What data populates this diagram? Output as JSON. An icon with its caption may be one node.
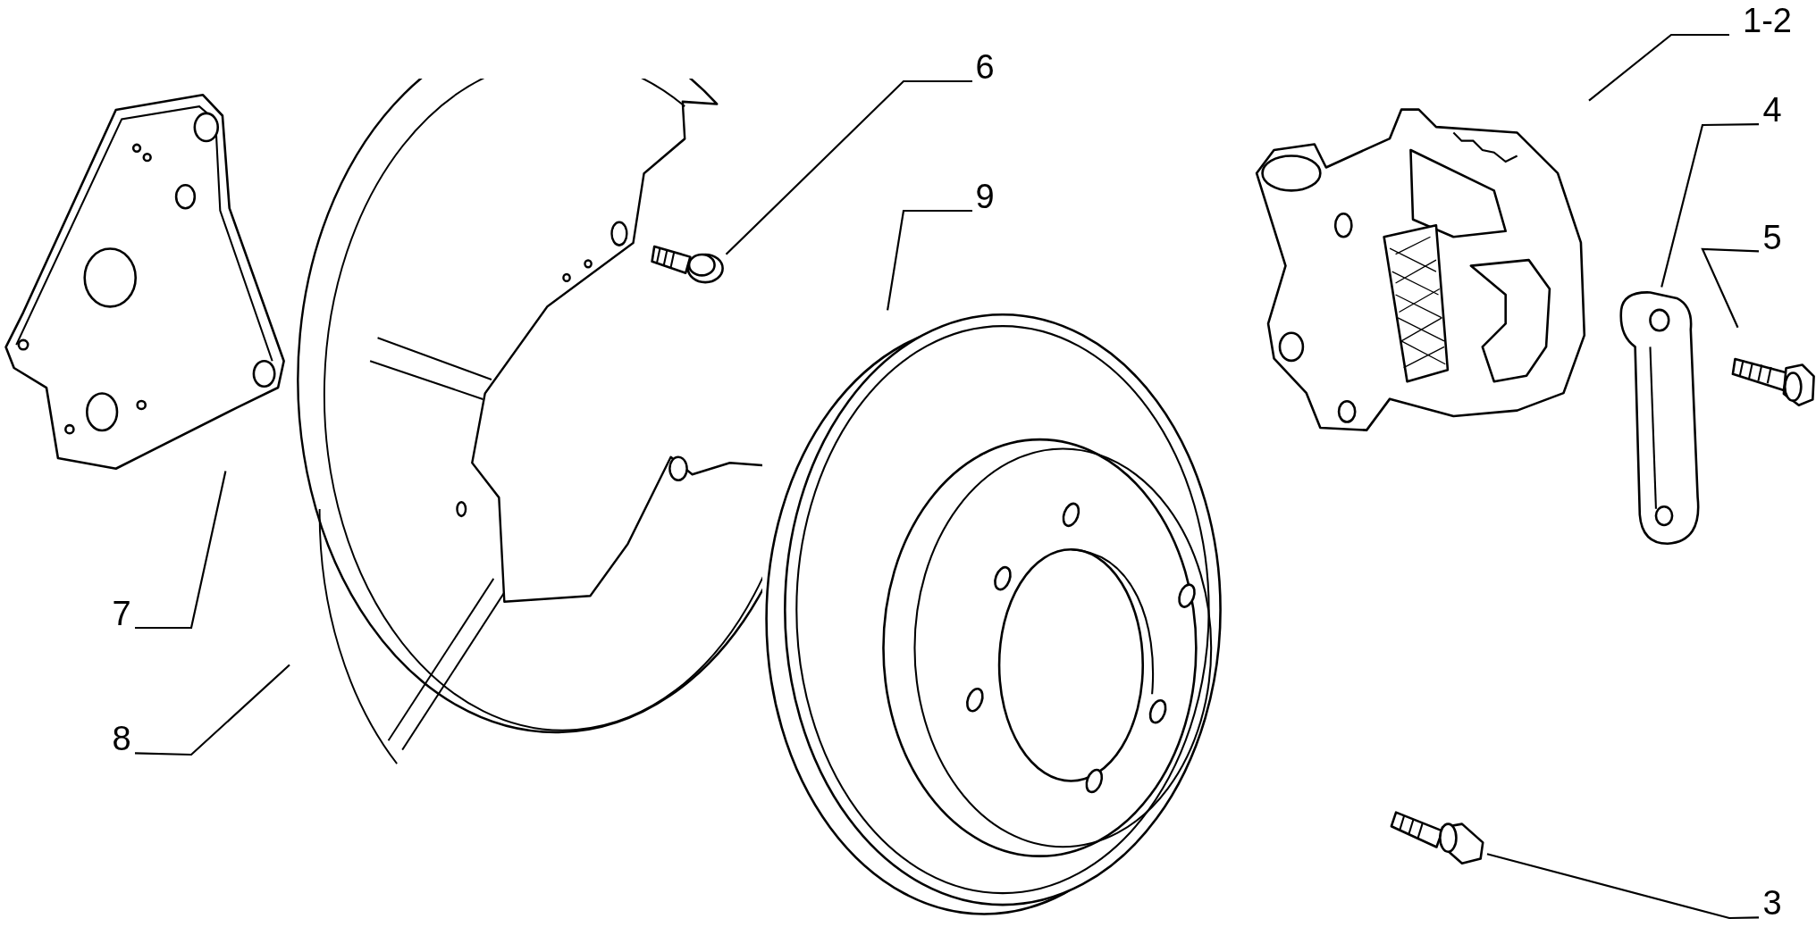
{
  "diagram": {
    "nodes": [
      {
        "text": [
          "6"
        ]
      },
      {
        "text": [
          "1-2"
        ]
      },
      {
        "text": [
          "4"
        ]
      },
      {
        "text": [
          "5"
        ]
      },
      {
        "text": [
          "9"
        ]
      },
      {
        "text": [
          "7"
        ]
      },
      {
        "text": [
          "8"
        ]
      },
      {
        "text": [
          "3"
        ]
      },
      {
        "text": [],
        "shape": "picture"
      },
      {
        "text": [],
        "shape": "picture"
      },
      {
        "text": [],
        "shape": "picture"
      },
      {
        "text": [],
        "shape": "picture"
      },
      {
        "text": [],
        "shape": "picture"
      },
      {
        "text": [],
        "shape": "picture"
      },
      {
        "text": [],
        "shape": "picture"
      },
      {
        "text": [],
        "shape": "picture"
      }
    ],
    "edges": [
      {
        "from": 0,
        "to": 10,
        "arrow": "none"
      },
      {
        "from": 1,
        "to": 13,
        "arrow": "none"
      },
      {
        "from": 2,
        "to": 14,
        "arrow": "none"
      },
      {
        "from": 3,
        "to": 15,
        "arrow": "none"
      },
      {
        "from": 4,
        "to": 11,
        "arrow": "none"
      },
      {
        "from": 5,
        "to": 8,
        "arrow": "none"
      },
      {
        "from": 6,
        "to": 9,
        "arrow": "none"
      },
      {
        "from": 7,
        "to": 12,
        "arrow": "none"
      }
    ]
  }
}
